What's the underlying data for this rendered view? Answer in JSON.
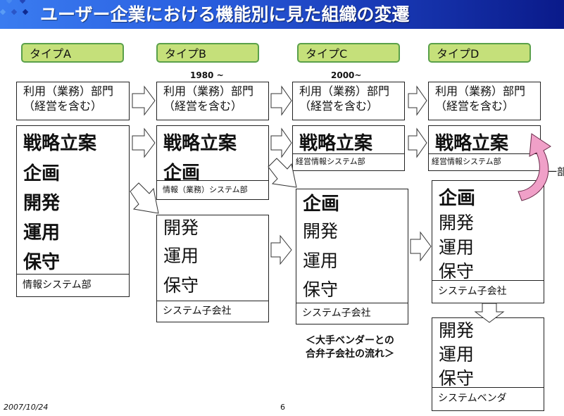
{
  "header": {
    "title": "ユーザー企業における機能別に見た組織の変遷"
  },
  "types": [
    {
      "label": "タイプA",
      "year": ""
    },
    {
      "label": "タイプB",
      "year": "1980 ~"
    },
    {
      "label": "タイプC",
      "year": "2000~"
    },
    {
      "label": "タイプD",
      "year": ""
    }
  ],
  "user_dept": {
    "line1": "利用（業務）部門",
    "line2": "（経営を含む）"
  },
  "functions": {
    "strategy": "戦略立案",
    "planning": "企画",
    "development": "開発",
    "operation": "運用",
    "maintenance": "保守"
  },
  "orgs": {
    "info_system_dept": "情報システム部",
    "info_business_system_dept": "情報（業務）システム部",
    "mgmt_info_system_dept": "経営情報システム部",
    "system_subsidiary": "システム子会社",
    "system_vendor": "システムベンダ"
  },
  "note": {
    "line1": "＜大手ベンダーとの",
    "line2": "合弁子会社の流れ＞"
  },
  "side_label": "一部",
  "colors": {
    "type_fill": "#c5e07a",
    "type_border": "#5aa04a",
    "curved_arrow": "#f0a0c8"
  },
  "footer": {
    "date": "2007/10/24",
    "page": "6"
  }
}
